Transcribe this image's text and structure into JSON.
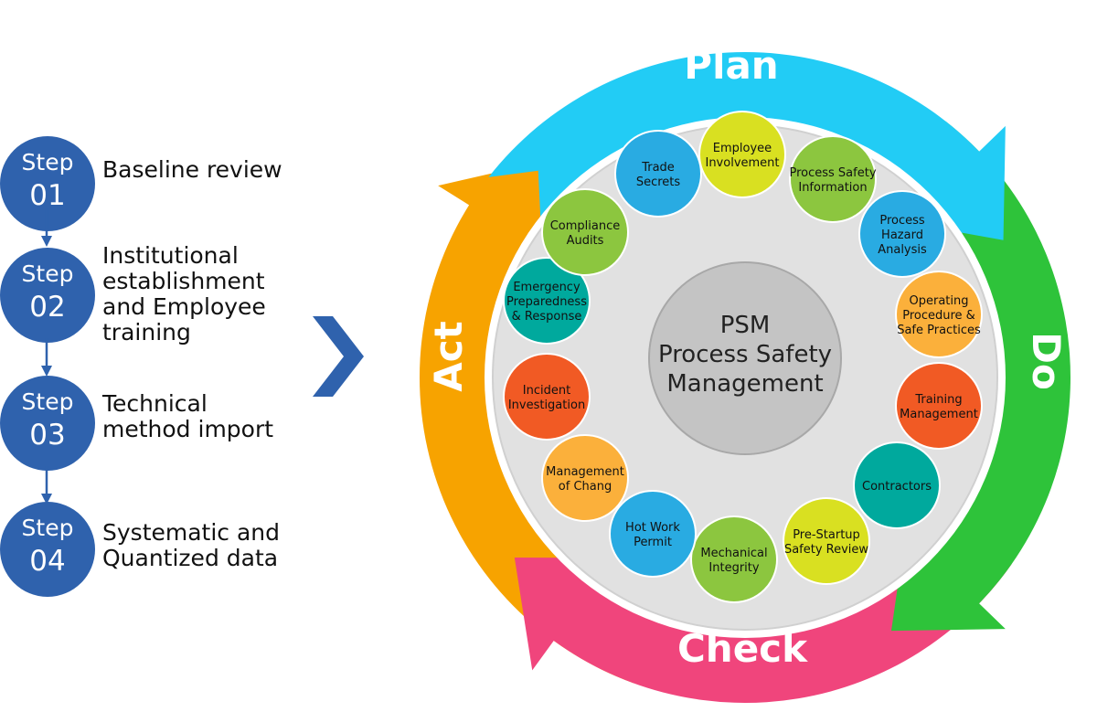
{
  "steps": [
    {
      "word": "Step",
      "number": "01",
      "label": "Baseline review"
    },
    {
      "word": "Step",
      "number": "02",
      "label": "Institutional\nestablishment\nand Employee\ntraining"
    },
    {
      "word": "Step",
      "number": "03",
      "label": "Technical\nmethod import"
    },
    {
      "word": "Step",
      "number": "04",
      "label": "Systematic and\nQuantized data"
    }
  ],
  "phases": {
    "plan": "Plan",
    "do": "Do",
    "check": "Check",
    "act": "Act"
  },
  "center": {
    "line1": "PSM",
    "line2": "Process Safety",
    "line3": "Management"
  },
  "elements": [
    {
      "lines": [
        "Employee",
        "Involvement"
      ],
      "color": "#d9e021"
    },
    {
      "lines": [
        "Process Safety",
        "Information"
      ],
      "color": "#8cc63f"
    },
    {
      "lines": [
        "Process",
        "Hazard",
        "Analysis"
      ],
      "color": "#29abe2"
    },
    {
      "lines": [
        "Operating",
        "Procedure &",
        "Safe Practices"
      ],
      "color": "#fbb03b"
    },
    {
      "lines": [
        "Training",
        "Management"
      ],
      "color": "#f15a24"
    },
    {
      "lines": [
        "Contractors"
      ],
      "color": "#00a99d"
    },
    {
      "lines": [
        "Pre-Startup",
        "Safety Review"
      ],
      "color": "#d9e021"
    },
    {
      "lines": [
        "Mechanical",
        "Integrity"
      ],
      "color": "#8cc63f"
    },
    {
      "lines": [
        "Hot Work",
        "Permit"
      ],
      "color": "#29abe2"
    },
    {
      "lines": [
        "Management",
        "of Chang"
      ],
      "color": "#fbb03b"
    },
    {
      "lines": [
        "Incident",
        "Investigation"
      ],
      "color": "#f15a24"
    },
    {
      "lines": [
        "Emergency",
        "Preparedness",
        "& Response"
      ],
      "color": "#00a99d"
    },
    {
      "lines": [
        "Compliance",
        "Audits"
      ],
      "color": "#8cc63f"
    },
    {
      "lines": [
        "Trade",
        "Secrets"
      ],
      "color": "#29abe2"
    }
  ],
  "colors": {
    "step_blue": "#2f62ad",
    "plan": "#22ccf5",
    "do": "#2ec33a",
    "check": "#f0457c",
    "act": "#f7a300",
    "disc": "#e1e1e1",
    "center": "#c4c4c4"
  }
}
